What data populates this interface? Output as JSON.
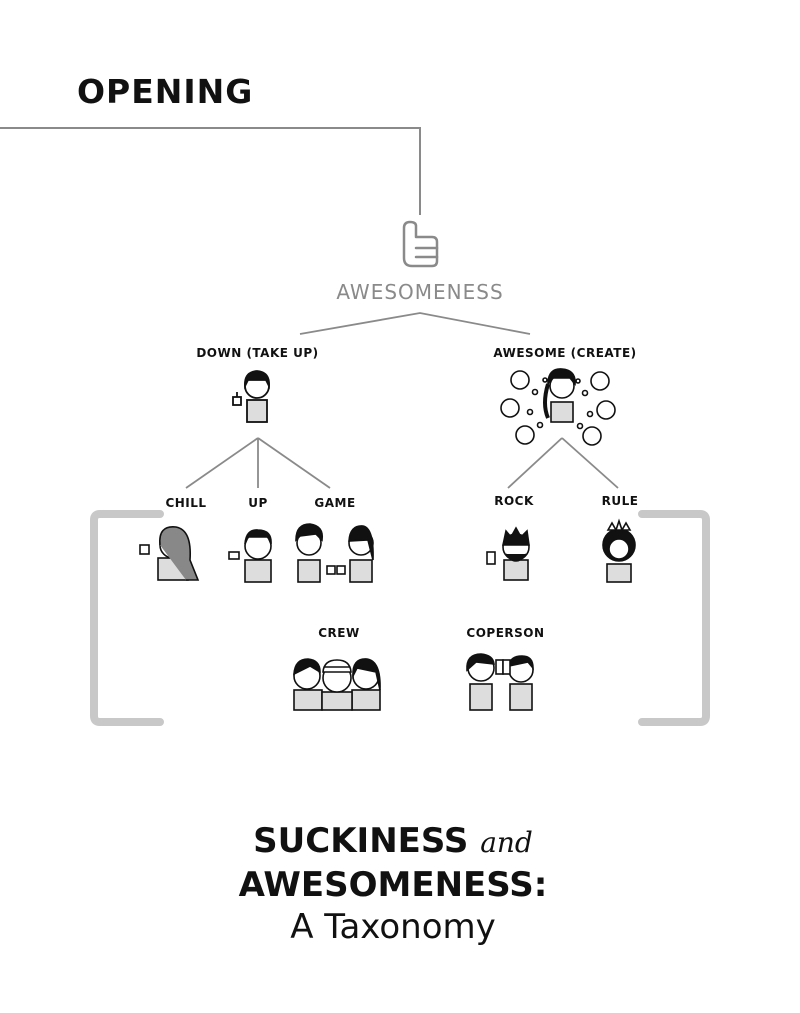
{
  "page": {
    "heading": "OPENING"
  },
  "diagram": {
    "root": {
      "label": "AWESOMENESS",
      "icon": "thumbs-up-icon"
    },
    "branches": [
      {
        "label": "DOWN (TAKE UP)",
        "icon": "person-thumbs-up-icon",
        "children": [
          {
            "label": "CHILL",
            "icon": "shaka-person-icon"
          },
          {
            "label": "UP",
            "icon": "pointing-person-icon"
          },
          {
            "label": "GAME",
            "icon": "fist-bump-icon"
          }
        ]
      },
      {
        "label": "AWESOME (CREATE)",
        "icon": "creative-person-icon",
        "children": [
          {
            "label": "ROCK",
            "icon": "rocker-icon"
          },
          {
            "label": "RULE",
            "icon": "crowned-person-icon"
          }
        ]
      }
    ],
    "bottom": [
      {
        "label": "CREW",
        "icon": "group-of-three-icon"
      },
      {
        "label": "COPERSON",
        "icon": "high-five-icon"
      }
    ]
  },
  "title": {
    "line1": "SUCKINESS",
    "connector": "and",
    "line2": "AWESOMENESS:",
    "line3": "A Taxonomy"
  }
}
